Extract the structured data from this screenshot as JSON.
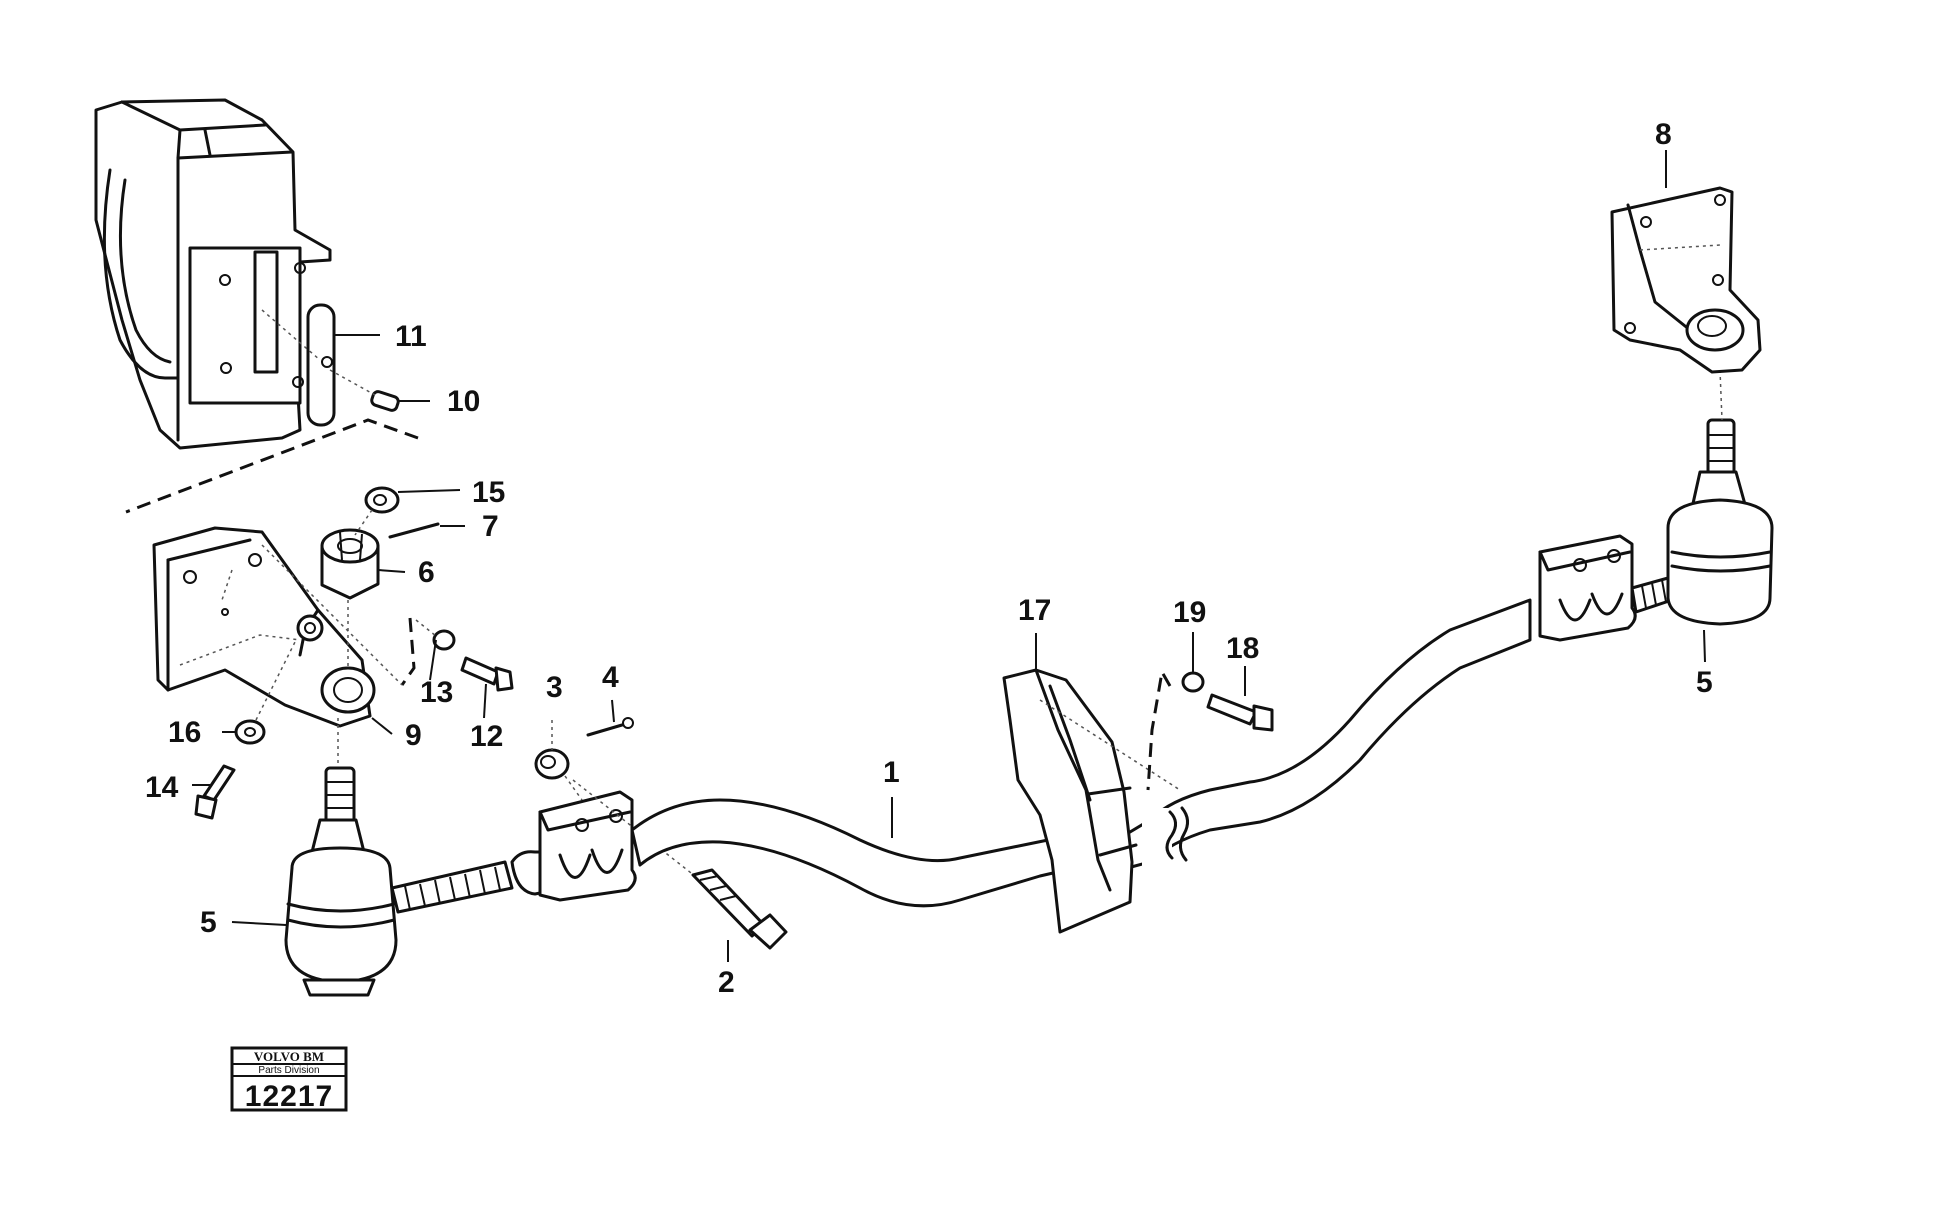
{
  "callouts": {
    "c1": "1",
    "c2": "2",
    "c3": "3",
    "c4": "4",
    "c5a": "5",
    "c5b": "5",
    "c6": "6",
    "c7": "7",
    "c8": "8",
    "c9": "9",
    "c10": "10",
    "c11": "11",
    "c12": "12",
    "c13": "13",
    "c14": "14",
    "c15": "15",
    "c16": "16",
    "c17": "17",
    "c18": "18",
    "c19": "19"
  },
  "stamp": {
    "brand": "VOLVO BM",
    "division": "Parts Division",
    "number": "12217"
  }
}
